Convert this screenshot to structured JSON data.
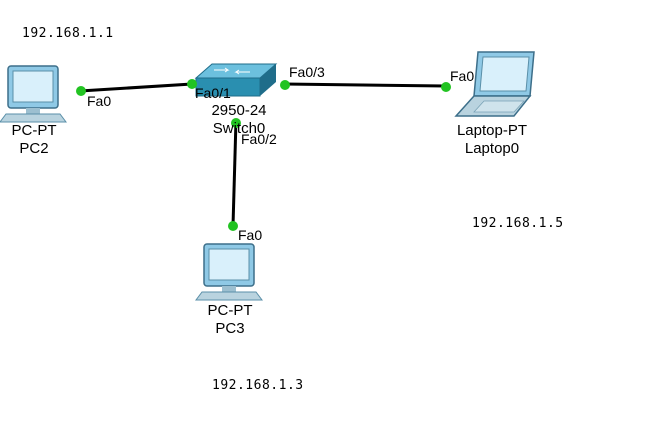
{
  "devices": {
    "pc2": {
      "type_label": "PC-PT",
      "name_label": "PC2",
      "ip": "192.168.1.1"
    },
    "pc3": {
      "type_label": "PC-PT",
      "name_label": "PC3",
      "ip": "192.168.1.3"
    },
    "switch": {
      "type_label": "2950-24",
      "name_label": "Switch0"
    },
    "laptop": {
      "type_label": "Laptop-PT",
      "name_label": "Laptop0",
      "ip": "192.168.1.5"
    }
  },
  "links": [
    {
      "from": "pc2",
      "from_port": "Fa0",
      "to": "switch",
      "to_port": "Fa0/1"
    },
    {
      "from": "switch",
      "from_port": "Fa0/3",
      "to": "laptop",
      "to_port": "Fa0"
    },
    {
      "from": "switch",
      "from_port": "Fa0/2",
      "to": "pc3",
      "to_port": "Fa0"
    }
  ],
  "colors": {
    "cable": "#000000",
    "link_up": "#22c322",
    "switch_body": "#2a8fb0",
    "device_body": "#6fb6d9"
  }
}
